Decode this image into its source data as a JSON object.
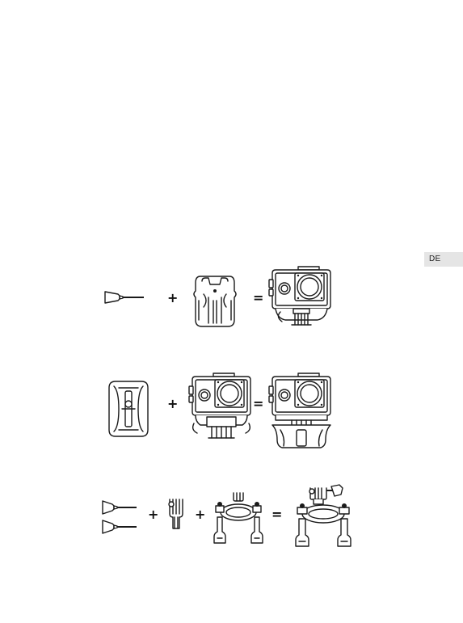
{
  "page": {
    "language_tab": "DE"
  },
  "rows": [
    {
      "items": [
        "thumb-screw",
        "buckle-mount",
        "camera-in-case-with-buckle"
      ],
      "operators": [
        "+",
        "="
      ]
    },
    {
      "items": [
        "curved-adhesive-mount",
        "camera-in-case-with-buckle",
        "camera-on-curved-mount"
      ],
      "operators": [
        "+",
        "="
      ]
    },
    {
      "items": [
        "two-thumb-screws",
        "three-prong-adapter",
        "handlebar-mount",
        "assembled-handlebar-mount"
      ],
      "operators": [
        "+",
        "+",
        "="
      ]
    }
  ]
}
